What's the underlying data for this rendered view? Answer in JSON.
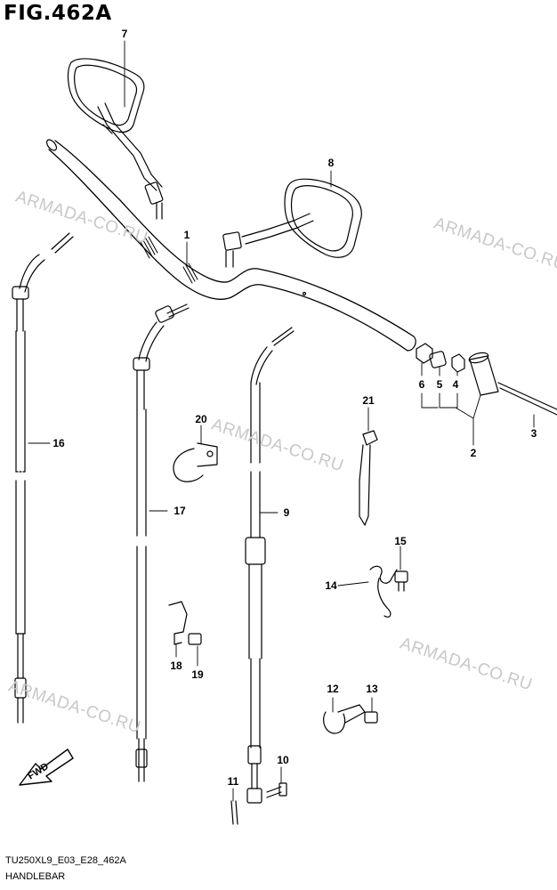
{
  "figure": {
    "title": "FIG.462A",
    "code": "TU250XL9_E03_E28_462A",
    "name": "HANDLEBAR",
    "fwd_label": "FWD"
  },
  "watermark": "ARMADA-CO.RU",
  "callouts": [
    "1",
    "2",
    "3",
    "4",
    "5",
    "6",
    "7",
    "8",
    "9",
    "10",
    "11",
    "12",
    "13",
    "14",
    "15",
    "16",
    "17",
    "18",
    "19",
    "20",
    "21"
  ]
}
